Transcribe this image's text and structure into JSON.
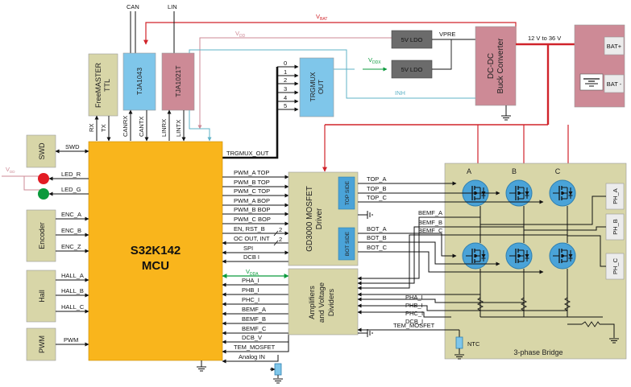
{
  "top_labels": {
    "can": "CAN",
    "lin": "LIN"
  },
  "rails": {
    "vbat": "V",
    "vbat_sub": "BAT",
    "vdd": "V",
    "vdd_sub": "DD",
    "vddx": "V",
    "vddx_sub": "DDX",
    "vdd_led": "V",
    "vdd_led_sub": "DD",
    "vdda_mid": "V",
    "vdda_mid_sub": "DDA"
  },
  "blocks": {
    "freemaster": [
      "FreeMASTER",
      "TTL"
    ],
    "tja1043": "TJA1043",
    "tja1021": "TJA1021T",
    "ldo5_top": "5V LDO",
    "ldo5_bot": "5V LDO",
    "dcdc": [
      "DC-DC",
      "Buck Converter"
    ],
    "trgmux": [
      "TRGMUX",
      "OUT"
    ],
    "mcu": [
      "S32K142",
      "MCU"
    ],
    "gd3000": [
      "GD3000 MOSFET",
      "Driver"
    ],
    "top_side": "TOP SIDE",
    "bot_side": "BOT SIDE",
    "amp": [
      "Amplifiers",
      "and Voltage",
      "Dividers"
    ],
    "swd": "SWD",
    "encoder": "Encoder",
    "hall": "Hall",
    "pwm": "PWM",
    "bridge": "3-phase Bridge",
    "ntc": "NTC",
    "bat_plus": "BAT+",
    "bat_minus": "BAT -",
    "ph_a": "PH_A",
    "ph_b": "PH_B",
    "ph_c": "PH_C"
  },
  "signals": {
    "vpre": "VPRE",
    "inh": "INH",
    "supply_range": "12 V to 36 V",
    "rx": "RX",
    "tx": "TX",
    "canrx": "CANRX",
    "cantx": "CANTX",
    "linrx": "LINRX",
    "lintx": "LINTX",
    "swd": "SWD",
    "led_r": "LED_R",
    "led_g": "LED_G",
    "enc": [
      "ENC_A",
      "ENC_B",
      "ENC_Z"
    ],
    "hall": [
      "HALL_A",
      "HALL_B",
      "HALL_C"
    ],
    "pwm": "PWM",
    "trgmux_out": "TRGMUX_OUT",
    "trgmux_nums": [
      "0",
      "1",
      "2",
      "3",
      "4",
      "5"
    ],
    "mcu_right": [
      "PWM_A TOP",
      "PWM_B TOP",
      "PWM_C TOP",
      "PWM_A BOP",
      "PWM_B BOP",
      "PWM_C BOP",
      "EN, RST_B",
      "OC OUT, INT",
      "SPI",
      "DCB I"
    ],
    "bus_width": "2",
    "mcu_right_lower": [
      "PHA_I",
      "PHB_I",
      "PHC_I",
      "BEMF_A",
      "BEMF_B",
      "BEMF_C",
      "DCB_V",
      "TEM_MOSFET",
      "Analog IN"
    ],
    "top": [
      "TOP_A",
      "TOP_B",
      "TOP_C"
    ],
    "bot": [
      "BOT_A",
      "BOT_B",
      "BOT_C"
    ],
    "bemf_right": [
      "BEMF_A",
      "BEMF_B",
      "BEMF_C"
    ],
    "amp_right": [
      "PHA_I",
      "PHB_I",
      "PHC_I",
      "DCB_I"
    ],
    "tem_mosfet": "TEM_MOSFET",
    "phase_letters": [
      "A",
      "B",
      "C"
    ]
  },
  "colors": {
    "mcu": "#f9b51c",
    "olive": "#d8d6a8",
    "blue": "#7fc6ea",
    "pink": "#cd8a96",
    "ldo": "#6b6b6b",
    "dcdc": "#cd8a96",
    "red": "#d0232a",
    "green": "#0b9a3c",
    "teal": "#5fb3c7"
  }
}
